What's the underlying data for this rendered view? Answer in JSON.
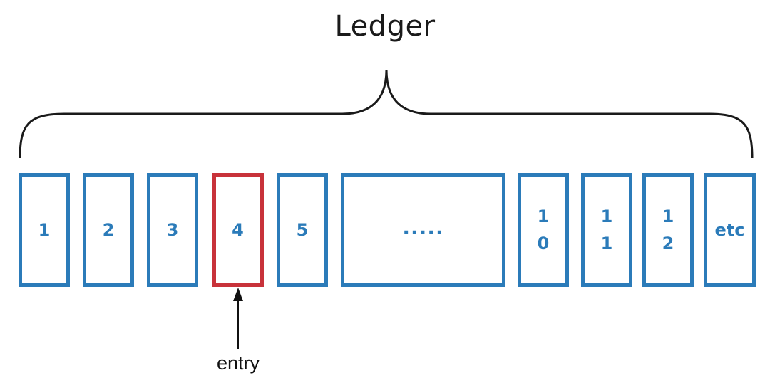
{
  "title": "Ledger",
  "entries": [
    {
      "label": "1"
    },
    {
      "label": "2"
    },
    {
      "label": "3"
    },
    {
      "label": "4",
      "highlight": true
    },
    {
      "label": "5"
    },
    {
      "label": "....."
    },
    {
      "digits": [
        "1",
        "0"
      ]
    },
    {
      "digits": [
        "1",
        "1"
      ]
    },
    {
      "digits": [
        "1",
        "2"
      ]
    },
    {
      "label": "etc"
    }
  ],
  "pointer_label": "entry",
  "colors": {
    "box_border": "#2b7bb9",
    "highlight_border": "#c8323a",
    "text": "#2b7bb9"
  }
}
